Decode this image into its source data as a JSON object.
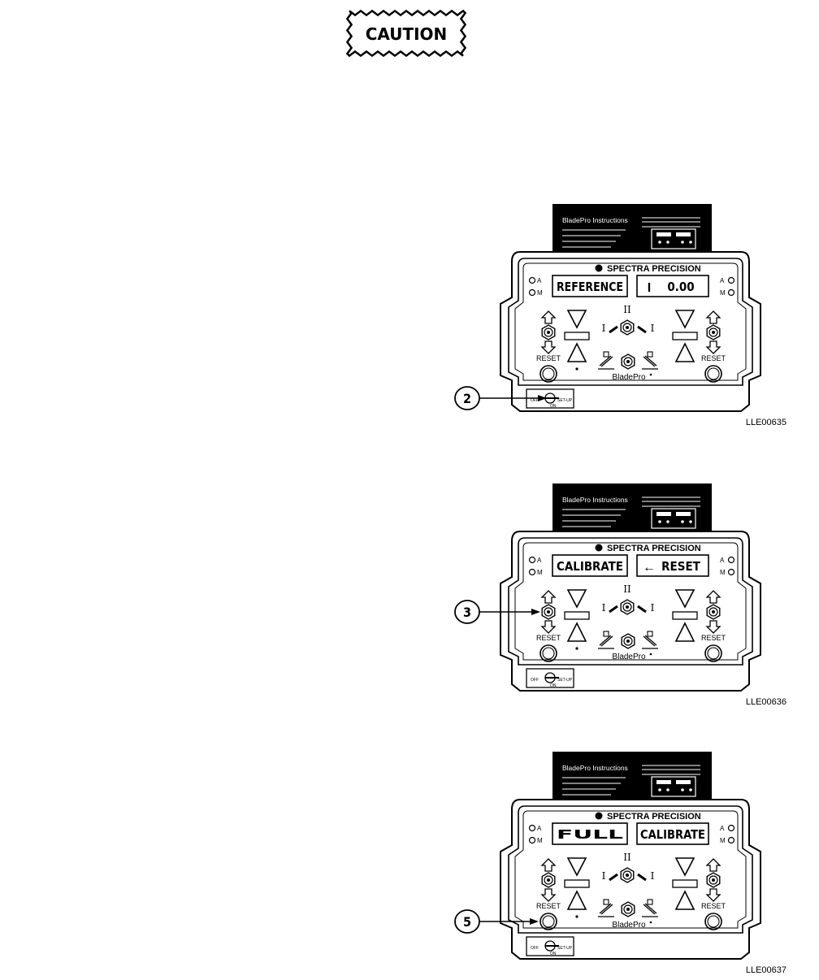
{
  "caution_label": "CAUTION",
  "figures": [
    {
      "id": "LLE00635",
      "callout": "2",
      "target": "mode-switch",
      "card_title": "BladePro Instructions",
      "brand": "SPECTRA PRECISION",
      "left_display": "REFERENCE",
      "right_display_symbol": "I",
      "right_display": "0.00",
      "led_left": [
        "A",
        "M"
      ],
      "led_right": [
        "A",
        "M"
      ],
      "reset_left": "RESET",
      "reset_right": "RESET",
      "model": "BladePro",
      "center_label": "II",
      "side_label_left": "I",
      "side_label_right": "I",
      "switch_left": "OFF",
      "switch_right": "SET-UP",
      "switch_bottom": "ON"
    },
    {
      "id": "LLE00636",
      "callout": "3",
      "target": "left-rocker",
      "card_title": "BladePro Instructions",
      "brand": "SPECTRA PRECISION",
      "left_display": "CALIBRATE",
      "right_display_symbol": "←",
      "right_display": "RESET",
      "led_left": [
        "A",
        "M"
      ],
      "led_right": [
        "A",
        "M"
      ],
      "reset_left": "RESET",
      "reset_right": "RESET",
      "model": "BladePro",
      "center_label": "II",
      "side_label_left": "I",
      "side_label_right": "I",
      "switch_left": "OFF",
      "switch_right": "SET-UP",
      "switch_bottom": "ON"
    },
    {
      "id": "LLE00637",
      "callout": "5",
      "target": "left-reset",
      "card_title": "BladePro Instructions",
      "brand": "SPECTRA PRECISION",
      "left_display": "FULL",
      "right_display_symbol": "",
      "right_display": "CALIBRATE",
      "led_left": [
        "A",
        "M"
      ],
      "led_right": [
        "A",
        "M"
      ],
      "reset_left": "RESET",
      "reset_right": "RESET",
      "model": "BladePro",
      "center_label": "II",
      "side_label_left": "I",
      "side_label_right": "I",
      "switch_left": "OFF",
      "switch_right": "SET-UP",
      "switch_bottom": "ON"
    }
  ]
}
